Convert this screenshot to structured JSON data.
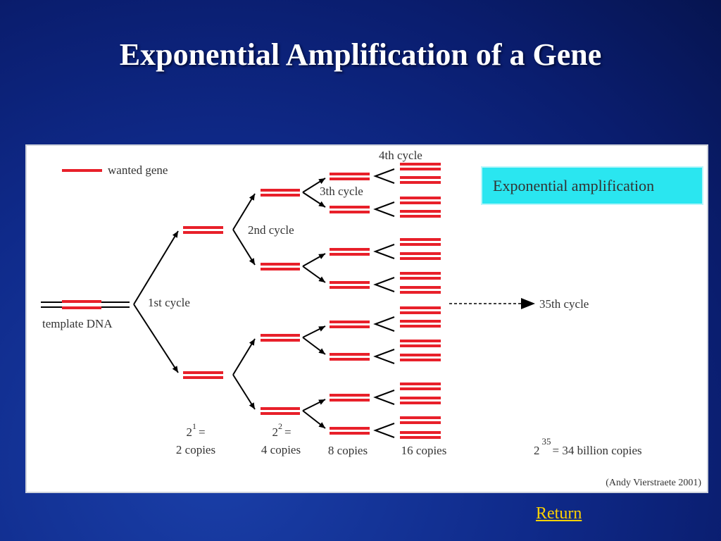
{
  "slide": {
    "title": "Exponential Amplification of a Gene",
    "return_label": "Return"
  },
  "diagram": {
    "legend_label": "wanted gene",
    "template_label": "template DNA",
    "banner_label": "Exponential amplification",
    "cycles": {
      "first": "1st cycle",
      "second": "2nd cycle",
      "third": "3th cycle",
      "fourth": "4th cycle",
      "final": "35th cycle"
    },
    "counts": {
      "c1_base": "2",
      "c1_exp": "1",
      "c1_eq": "=",
      "c1_copies": "2 copies",
      "c2_base": "2",
      "c2_exp": "2",
      "c2_eq": "=",
      "c2_copies": "4 copies",
      "c3_copies": "8 copies",
      "c4_copies": "16 copies",
      "final_base": "2",
      "final_exp": "35",
      "final_copies": "= 34 billion copies"
    },
    "credit": "(Andy Vierstraete 2001)",
    "colors": {
      "gene": "#e8202a",
      "strand": "#000000",
      "banner": "#2ae6f0",
      "banner_border": "#b9f6fa"
    }
  }
}
